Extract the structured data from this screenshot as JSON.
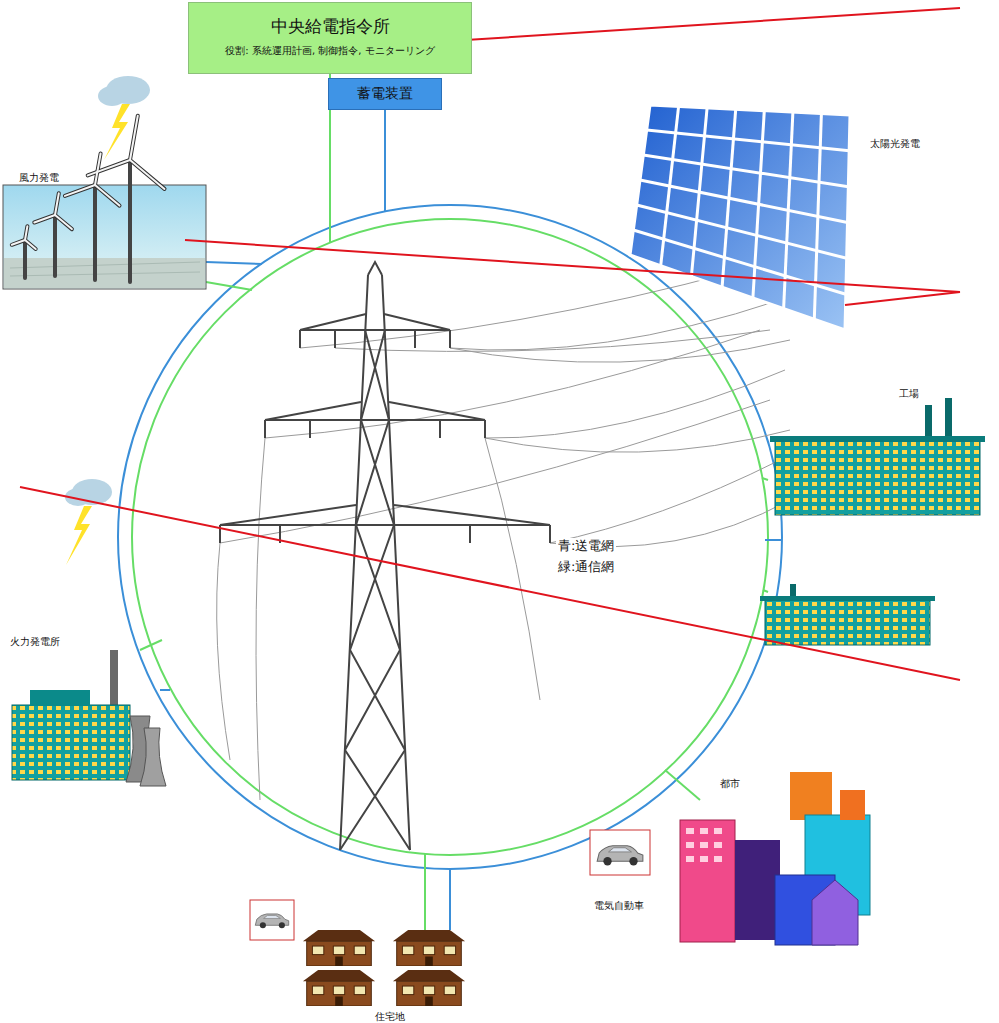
{
  "diagram": {
    "nodes": [
      {
        "text": [
          "中央給電指令所",
          "役割: 系統運用計画, 制御指令, モニターリング"
        ]
      },
      {
        "text": [
          "蓄電装置"
        ]
      },
      {
        "text": [
          "風力発電"
        ]
      },
      {
        "text": [
          "太陽光発電"
        ]
      },
      {
        "text": [
          "工場"
        ]
      },
      {
        "text": [
          "火力発電所"
        ]
      },
      {
        "text": [
          "都市"
        ]
      },
      {
        "text": [
          "電気自動車"
        ]
      },
      {
        "text": [
          "住宅地"
        ]
      }
    ],
    "labels": [
      "青:送電網",
      "緑:通信網"
    ]
  }
}
